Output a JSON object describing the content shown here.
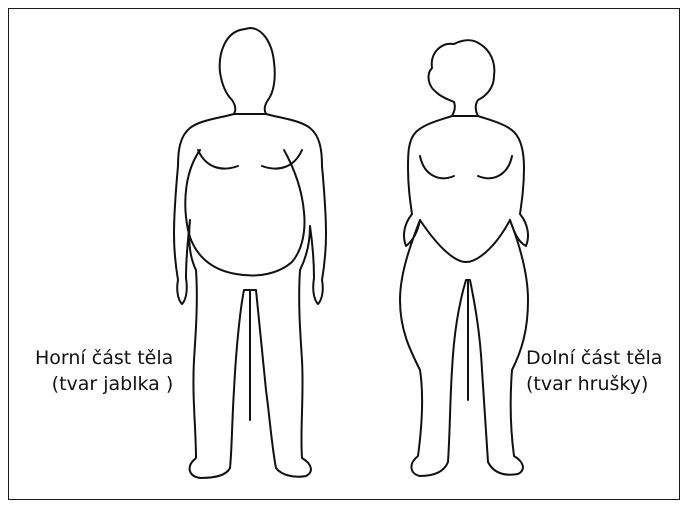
{
  "left_figure": {
    "line1": "Horní část těla",
    "line2": "(tvar jablka )"
  },
  "right_figure": {
    "line1": "Dolní část těla",
    "line2": "(tvar hrušky)"
  },
  "colors": {
    "outline": "#111111",
    "background": "#ffffff"
  }
}
